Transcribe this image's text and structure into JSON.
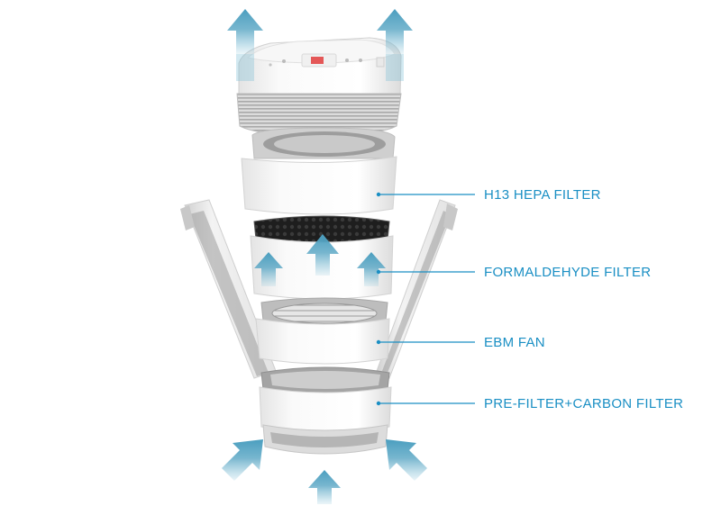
{
  "colors": {
    "label": "#1a8fc4",
    "leader_line": "#1a8fc4",
    "airflow_arrow": "#6fb6cf",
    "housing": "#f4f4f4",
    "housing_edge": "#d6d6d6",
    "dark_filter": "#2a2a2a",
    "panel": "#b8b8b8",
    "display_red": "#e23c3c"
  },
  "labels": {
    "hepa": "H13 HEPA FILTER",
    "formaldehyde": "FORMALDEHYDE FILTER",
    "fan": "EBM FAN",
    "prefilter": "PRE-FILTER+CARBON FILTER"
  },
  "icons": {
    "arrow": "airflow-arrow-icon"
  }
}
